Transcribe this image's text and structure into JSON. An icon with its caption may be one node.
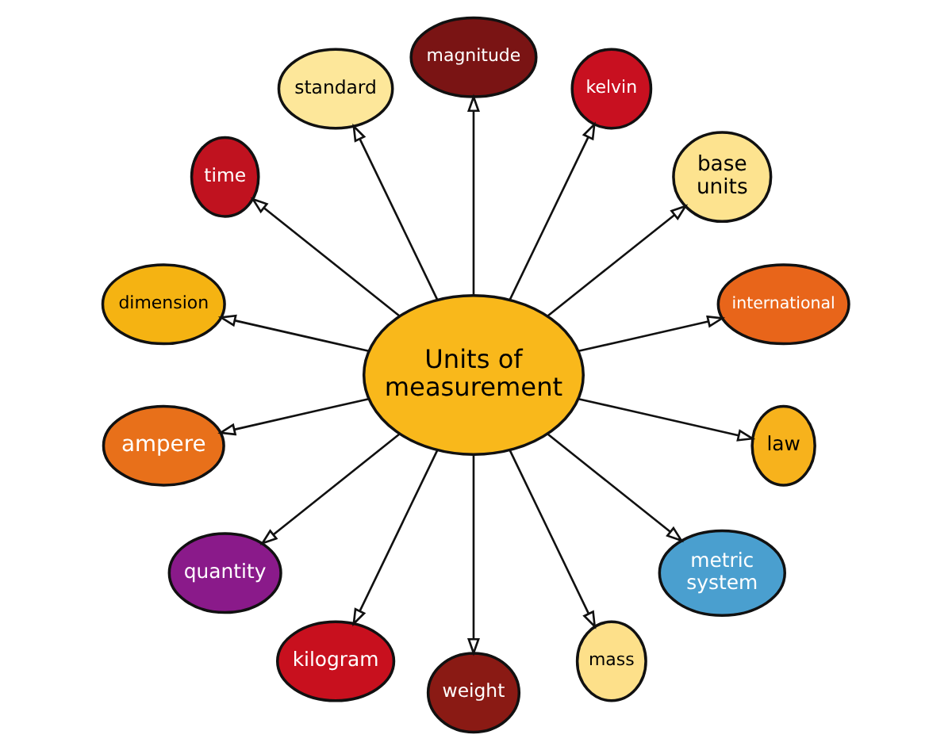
{
  "diagram": {
    "nodes": [
      {
        "text": [
          "Units of measurement"
        ]
      },
      {
        "text": [
          "international"
        ]
      },
      {
        "text": [
          "base units"
        ]
      },
      {
        "text": [
          "kelvin"
        ]
      },
      {
        "text": [
          "magnitude"
        ]
      },
      {
        "text": [
          "standard"
        ]
      },
      {
        "text": [
          "time"
        ]
      },
      {
        "text": [
          "dimension"
        ]
      },
      {
        "text": [
          "ampere"
        ]
      },
      {
        "text": [
          "quantity"
        ]
      },
      {
        "text": [
          "kilogram"
        ]
      },
      {
        "text": [
          "weight"
        ]
      },
      {
        "text": [
          "mass"
        ]
      },
      {
        "text": [
          "metric system"
        ]
      },
      {
        "text": [
          "law"
        ]
      }
    ],
    "edges": [
      {
        "from": 0,
        "to": 1,
        "arrow": "to"
      },
      {
        "from": 0,
        "to": 2,
        "arrow": "to"
      },
      {
        "from": 0,
        "to": 3,
        "arrow": "to"
      },
      {
        "from": 0,
        "to": 4,
        "arrow": "to"
      },
      {
        "from": 0,
        "to": 5,
        "arrow": "to"
      },
      {
        "from": 0,
        "to": 6,
        "arrow": "to"
      },
      {
        "from": 0,
        "to": 7,
        "arrow": "to"
      },
      {
        "from": 0,
        "to": 8,
        "arrow": "to"
      },
      {
        "from": 0,
        "to": 9,
        "arrow": "to"
      },
      {
        "from": 0,
        "to": 10,
        "arrow": "to"
      },
      {
        "from": 0,
        "to": 11,
        "arrow": "to"
      },
      {
        "from": 0,
        "to": 12,
        "arrow": "to"
      },
      {
        "from": 0,
        "to": 13,
        "arrow": "to"
      },
      {
        "from": 0,
        "to": 14,
        "arrow": "to"
      }
    ]
  }
}
